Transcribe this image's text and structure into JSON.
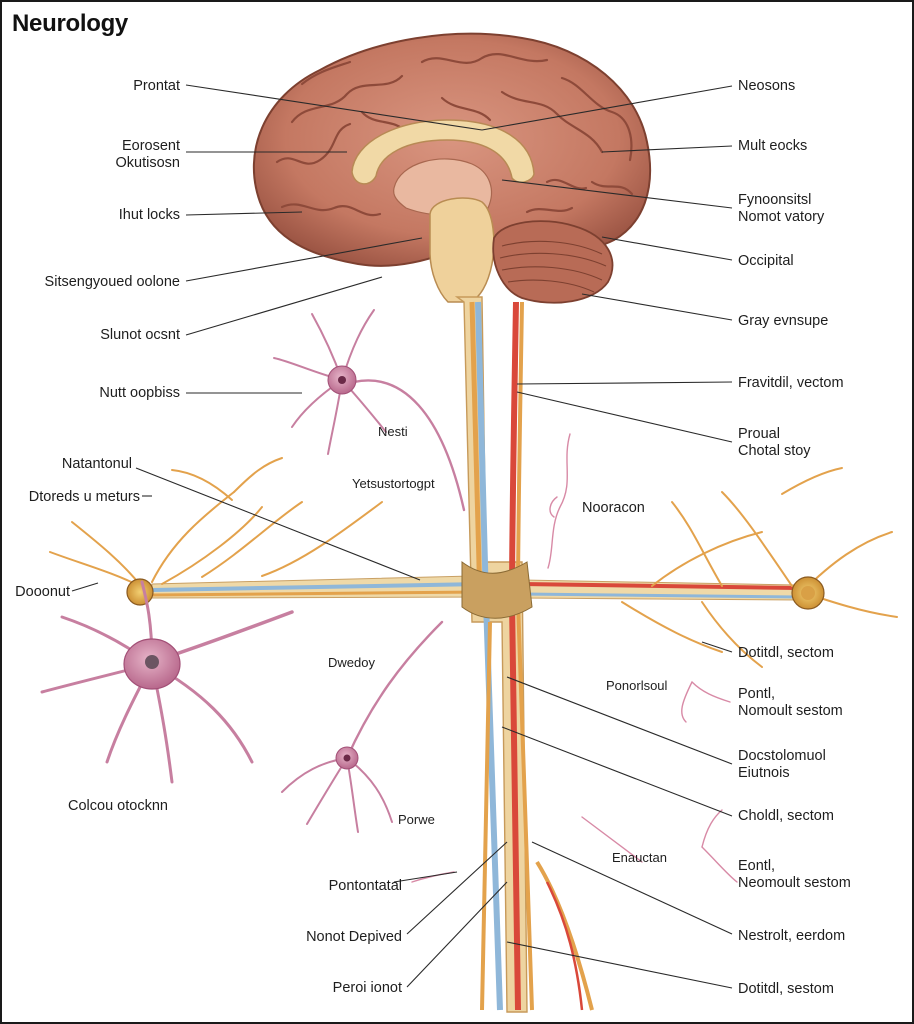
{
  "title": "Neurology",
  "colors": {
    "brain": "#c98068",
    "brain_dark": "#8e4a3a",
    "cerebellum": "#b86b56",
    "cord": "#e8c489",
    "nerve_blue": "#8fb7d9",
    "nerve_red": "#d9483a",
    "fiber": "#e3a24c",
    "neuron": "#c77fa0",
    "leader": "#2a2a2a"
  },
  "labels": {
    "left": [
      {
        "lines": [
          "Prontat"
        ]
      },
      {
        "lines": [
          "Eorosent",
          "Okutisosn"
        ]
      },
      {
        "lines": [
          "Ihut locks"
        ]
      },
      {
        "lines": [
          "Sitsengyoued oolone"
        ]
      },
      {
        "lines": [
          "Slunot ocsnt"
        ]
      },
      {
        "lines": [
          "Nutt oopbiss"
        ]
      },
      {
        "lines": [
          "Natantonul"
        ]
      },
      {
        "lines": [
          "Dtoreds u meturs"
        ]
      },
      {
        "lines": [
          "Dooonut"
        ]
      },
      {
        "lines": [
          "Colcou otocknn"
        ]
      },
      {
        "lines": [
          "Pontontatal"
        ]
      },
      {
        "lines": [
          "Nonot Depived"
        ]
      },
      {
        "lines": [
          "Peroi ionot"
        ]
      }
    ],
    "right": [
      {
        "lines": [
          "Neosons"
        ]
      },
      {
        "lines": [
          "Mult eocks"
        ]
      },
      {
        "lines": [
          "Fynoonsitsl",
          "Nomot vatory"
        ]
      },
      {
        "lines": [
          "Occipital"
        ]
      },
      {
        "lines": [
          "Gray evnsupe"
        ]
      },
      {
        "lines": [
          "Fravitdil, vectom"
        ]
      },
      {
        "lines": [
          "Proual",
          "Chotal stoy"
        ]
      },
      {
        "lines": [
          "Dotitdl, sectom"
        ]
      },
      {
        "lines": [
          "Pontl,",
          "Nomoult sestom"
        ]
      },
      {
        "lines": [
          "Docstolomuol",
          "Eiutnois"
        ]
      },
      {
        "lines": [
          "Choldl, sectom"
        ]
      },
      {
        "lines": [
          "Eontl,",
          "Neomoult sestom"
        ]
      },
      {
        "lines": [
          "Nestrolt, eerdom"
        ]
      },
      {
        "lines": [
          "Dotitdl, sestom"
        ]
      }
    ],
    "inner": [
      {
        "lines": [
          "Nesti"
        ]
      },
      {
        "lines": [
          "Yetsustortogpt"
        ]
      },
      {
        "lines": [
          "Nooracon"
        ]
      },
      {
        "lines": [
          "Dwedoy"
        ]
      },
      {
        "lines": [
          "Ponorlsoul"
        ]
      },
      {
        "lines": [
          "Enauctan"
        ]
      },
      {
        "lines": [
          "Porwe"
        ]
      }
    ]
  }
}
